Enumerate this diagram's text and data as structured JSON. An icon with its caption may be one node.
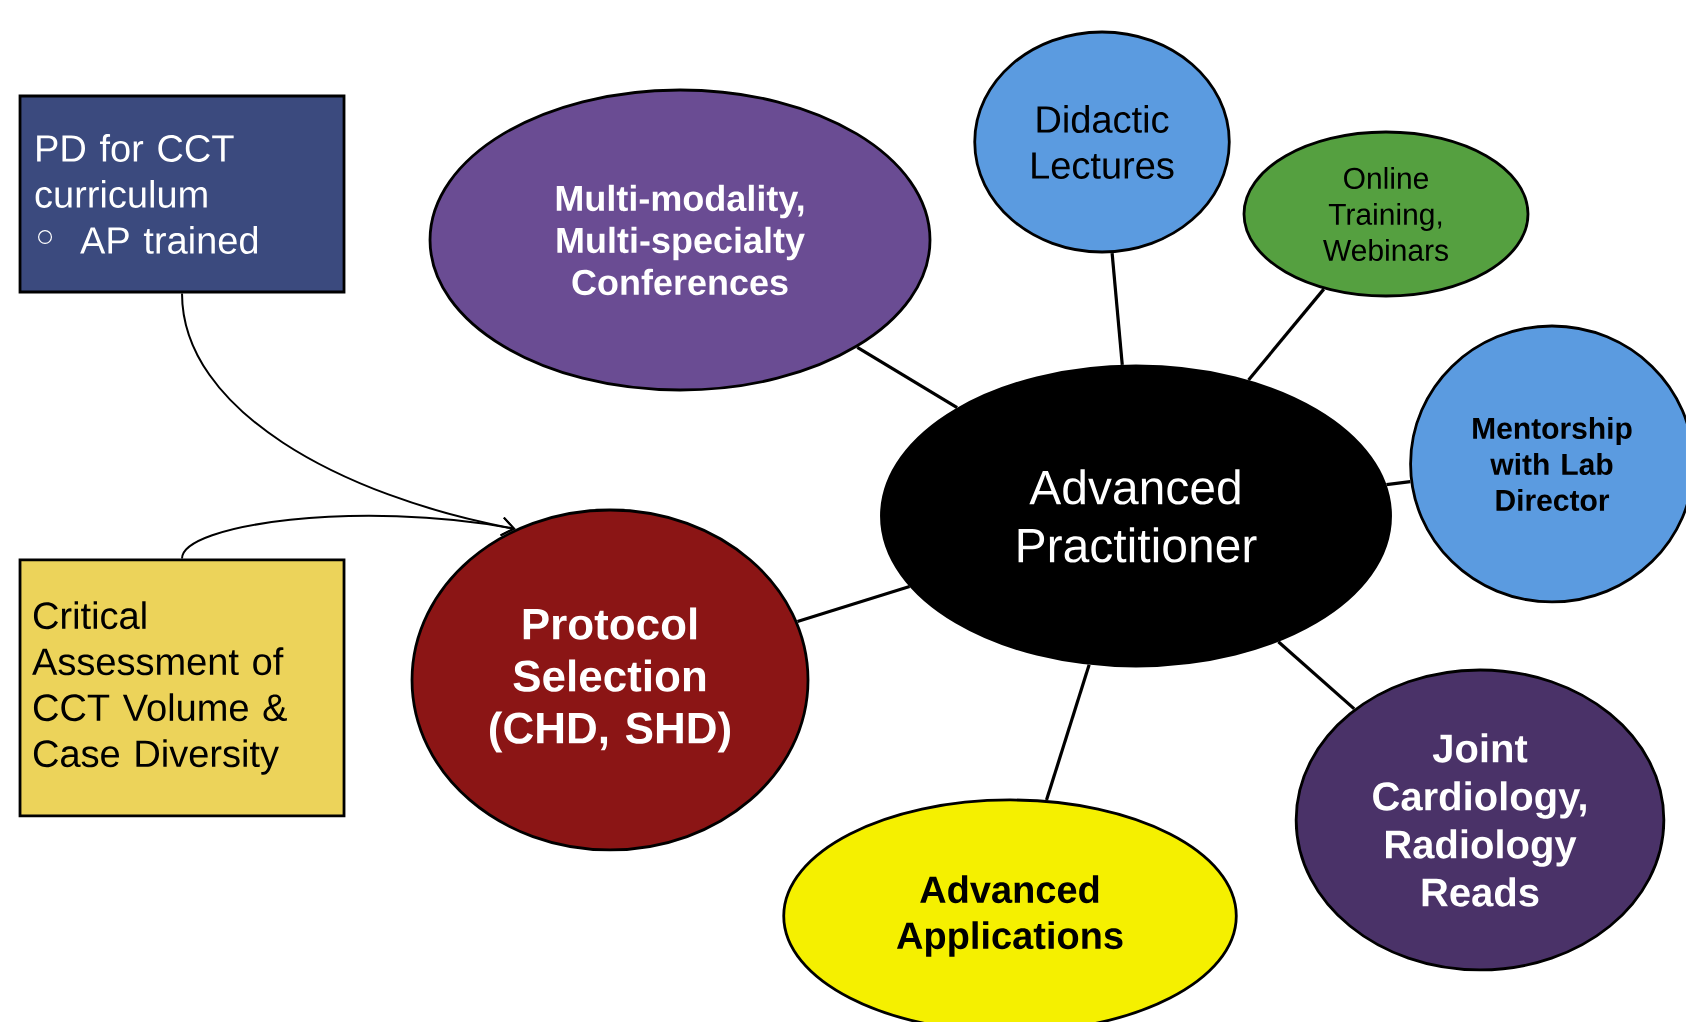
{
  "diagram": {
    "nodes": [
      {
        "text": [
          "PD for CCT curriculum",
          "AP trained"
        ]
      },
      {
        "text": [
          "Critical Assessment of CCT Volume & Case Diversity"
        ]
      },
      {
        "text": [
          "Multi-modality, Multi-specialty Conferences"
        ]
      },
      {
        "text": [
          "Didactic Lectures"
        ]
      },
      {
        "text": [
          "Online Training, Webinars"
        ]
      },
      {
        "text": [
          "Advanced Practitioner"
        ]
      },
      {
        "text": [
          "Mentorship with Lab Director"
        ]
      },
      {
        "text": [
          "Protocol Selection (CHD, SHD)"
        ]
      },
      {
        "text": [
          "Joint Cardiology, Radiology Reads"
        ]
      },
      {
        "text": [
          "Advanced Applications"
        ]
      }
    ],
    "edges": [
      {
        "from": 0,
        "to": 7,
        "arrow": "to"
      },
      {
        "from": 1,
        "to": 7,
        "arrow": "to"
      },
      {
        "from": 5,
        "to": 2,
        "arrow": "none"
      },
      {
        "from": 5,
        "to": 3,
        "arrow": "none"
      },
      {
        "from": 5,
        "to": 4,
        "arrow": "none"
      },
      {
        "from": 5,
        "to": 6,
        "arrow": "none"
      },
      {
        "from": 5,
        "to": 7,
        "arrow": "none"
      },
      {
        "from": 5,
        "to": 8,
        "arrow": "none"
      },
      {
        "from": 5,
        "to": 9,
        "arrow": "none"
      }
    ]
  }
}
